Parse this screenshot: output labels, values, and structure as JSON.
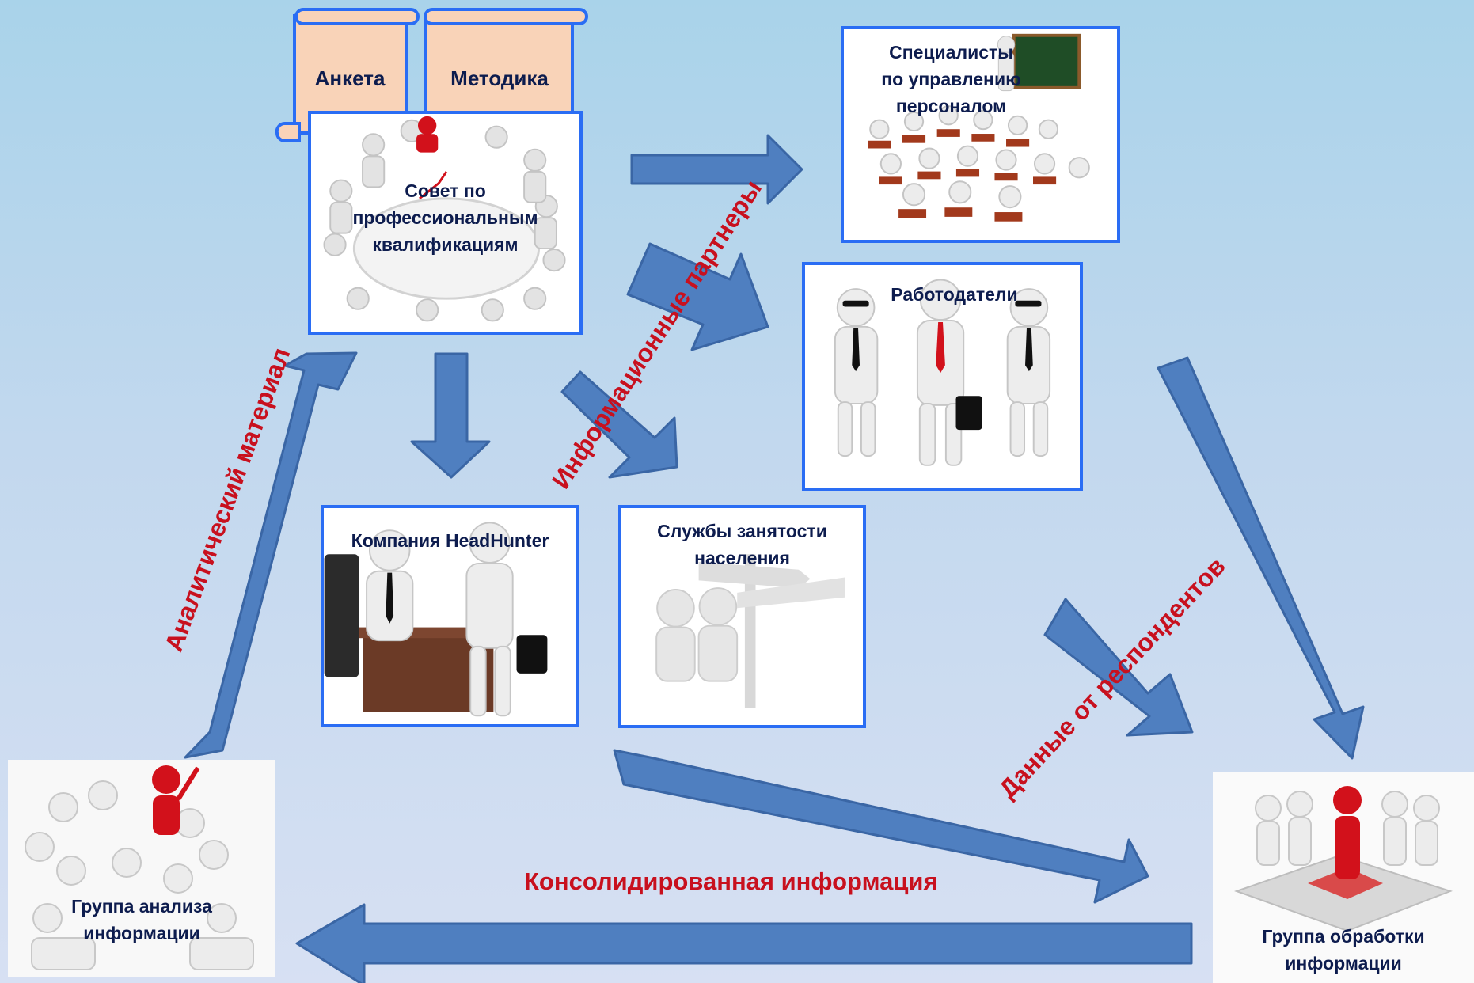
{
  "scrolls": {
    "questionnaire": "Анкета",
    "methodology": "Методика"
  },
  "nodes": {
    "council": "Совет по\nпрофессиональным\nквалификациям",
    "hr_specialists": "Специалисты\nпо управлению\nперсоналом",
    "employers": "Работодатели",
    "headhunter": "Компания HeadHunter",
    "employment_services": "Службы занятости\nнаселения",
    "analysis_group": "Группа анализа\nинформации",
    "processing_group": "Группа обработки\nинформации"
  },
  "flows": {
    "information_partners": "Информационные партнеры",
    "analytical_material": "Аналитический материал",
    "respondent_data": "Данные от респондентов",
    "consolidated_information": "Консолидированная информация"
  },
  "colors": {
    "arrow_fill": "#4f7fc0",
    "arrow_stroke": "#3a66a5",
    "box_border": "#2a6df4",
    "label_text": "#0d1c4e",
    "flow_text": "#c8101e",
    "scroll_fill": "#f9d3b8"
  }
}
